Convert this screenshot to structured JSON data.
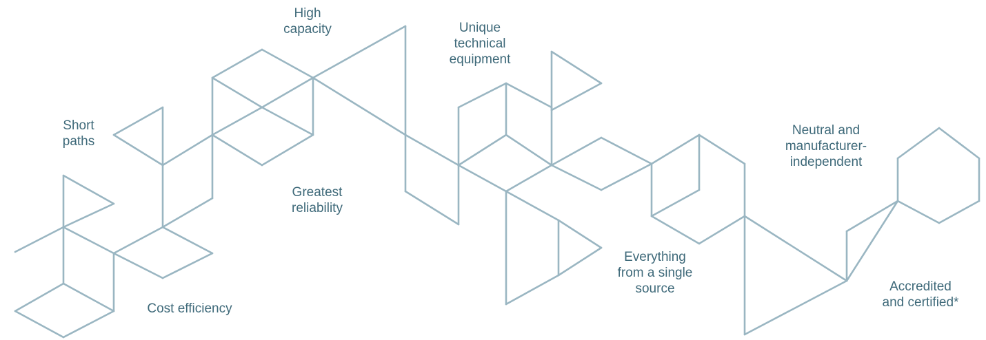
{
  "diagram": {
    "line_color": "#9ab6c2",
    "text_color": "#3e6979",
    "labels": {
      "short_paths": [
        "Short",
        "paths"
      ],
      "high_capacity": [
        "High",
        "capacity"
      ],
      "unique_equipment": [
        "Unique",
        "technical",
        "equipment"
      ],
      "greatest_reliability": [
        "Greatest",
        "reliability"
      ],
      "cost_efficiency": [
        "Cost efficiency"
      ],
      "neutral_independent": [
        "Neutral and",
        "manufacturer-",
        "independent"
      ],
      "single_source": [
        "Everything",
        "from a single",
        "source"
      ],
      "accredited_certified": [
        "Accredited",
        "and certified*"
      ]
    }
  }
}
